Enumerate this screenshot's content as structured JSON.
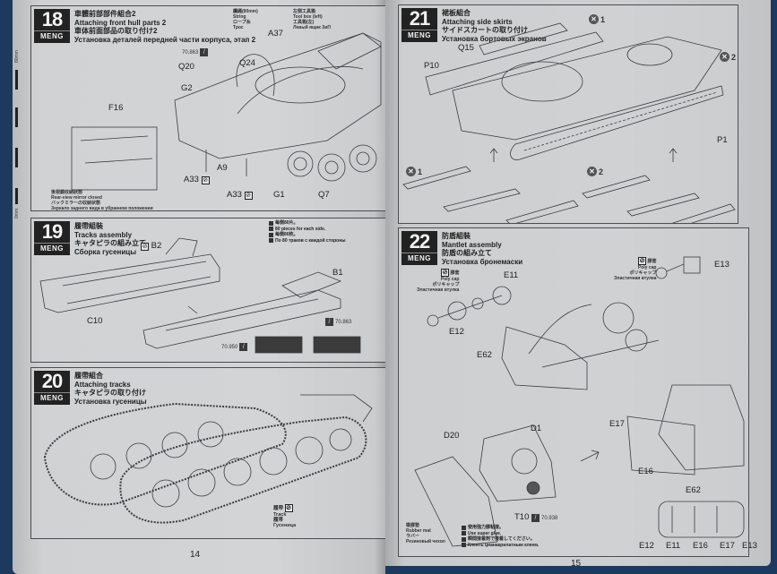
{
  "pages": {
    "left_number": "14",
    "right_number": "15"
  },
  "ruler": {
    "top_label": "80mm",
    "bottom_label": "0mm"
  },
  "steps": [
    {
      "number": "18",
      "brand": "MENG",
      "title_cn": "車體前部部件組合2",
      "title_en": "Attaching front hull parts 2",
      "title_jp": "車体前面部品の取り付け2",
      "title_ru": "Установка деталей передней части корпуса, этап 2",
      "callouts": {
        "string_cn": "纜繩(80mm)",
        "string_en": "String",
        "string_jp": "ロープ糸",
        "string_ru": "Трос",
        "toolbox_cn": "左側工具箱",
        "toolbox_en": "Tool box (left)",
        "toolbox_jp": "工具箱(左)",
        "toolbox_ru": "Левый ящик ЗиП",
        "mirror_cn": "後視鏡收納狀態",
        "mirror_en": "Rear-view mirror closed",
        "mirror_jp": "バックミラーの収納状態",
        "mirror_ru": "Зеркало заднего вида в убранном положении"
      },
      "paint_code": "70.863",
      "parts": [
        "A37",
        "Q24",
        "Q20",
        "G2",
        "F16",
        "A9",
        "A33",
        "A33",
        "G1",
        "Q7"
      ]
    },
    {
      "number": "19",
      "brand": "MENG",
      "title_cn": "履帶組裝",
      "title_en": "Tracks assembly",
      "title_jp": "キャタピラの組み立て",
      "title_ru": "Сборка гусеницы",
      "note": {
        "cn": "每側80片。",
        "en": "80 pieces for each side.",
        "jp": "每側80枚。",
        "ru": "По 80 траков с каждой стороны"
      },
      "parts": [
        "B2",
        "B1",
        "C10"
      ],
      "paint_codes": [
        "70.863",
        "70.950"
      ]
    },
    {
      "number": "20",
      "brand": "MENG",
      "title_cn": "履帶組合",
      "title_en": "Attaching tracks",
      "title_jp": "キャタピラの取り付け",
      "title_ru": "Установка гусеницы",
      "track_label": {
        "cn": "履帶",
        "en": "Track",
        "jp": "履帯",
        "ru": "Гусеница"
      }
    },
    {
      "number": "21",
      "brand": "MENG",
      "title_cn": "裙板組合",
      "title_en": "Attaching side skirts",
      "title_jp": "サイドスカートの取り付け",
      "title_ru": "Установка бортовых экранов",
      "parts": [
        "Q15",
        "P10",
        "P1"
      ],
      "marks": [
        "1",
        "2",
        "1",
        "2"
      ]
    },
    {
      "number": "22",
      "brand": "MENG",
      "title_cn": "防盾組裝",
      "title_en": "Mantlet assembly",
      "title_jp": "防盾の組み立て",
      "title_ru": "Установка бронемаски",
      "polycap": {
        "cn": "膠套",
        "en": "Poly cap",
        "jp": "ポリキャップ",
        "ru": "Эластичная втулка"
      },
      "rubber_mat": {
        "cn": "橡膠墊",
        "en": "Rubber mat",
        "jp": "ラバー",
        "ru": "Резиновый чехол"
      },
      "glue_note": {
        "cn": "使用強力膠粘接。",
        "en": "Use super glue.",
        "jp": "瞬間接着剤で接着してください。",
        "ru": "Клеить цианакрилатным клеем."
      },
      "paint_code": "70.938",
      "parts": [
        "E11",
        "E12",
        "E13",
        "E62",
        "D1",
        "D20",
        "T10",
        "E17",
        "E16",
        "E62"
      ],
      "bottom_parts": [
        "E12",
        "E11",
        "E16",
        "E17",
        "E13"
      ]
    }
  ]
}
